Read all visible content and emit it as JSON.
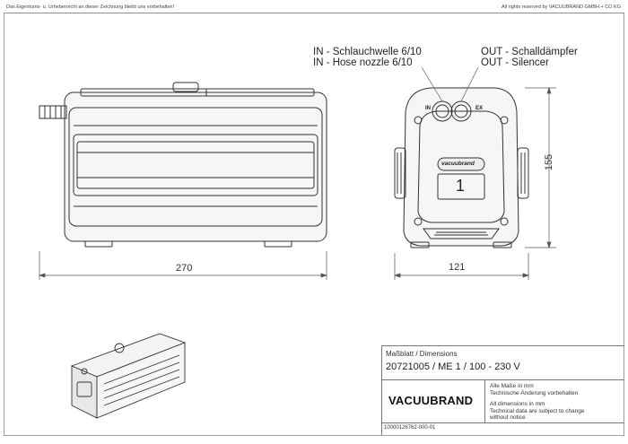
{
  "header": {
    "left_notice": "Das Eigentums- u. Urheberrecht an dieser Zeichnung bleibt uns vorbehalten!",
    "right_notice": "All rights reserved by VACUUBRAND GMBH + CO KG"
  },
  "dimensions": {
    "width_side": "270",
    "width_front": "121",
    "height_front": "155"
  },
  "callouts": {
    "in_de": "IN - Schlauchwelle 6/10",
    "in_en": "IN - Hose nozzle 6/10",
    "out_de": "OUT - Schalldämpfer",
    "out_en": "OUT - Silencer"
  },
  "pump_markings": {
    "brand_plate": "vacuubrand",
    "number": "1",
    "port_in": "IN",
    "port_ex": "EX"
  },
  "title_block": {
    "sheet_title": "Maßblatt / Dimensions",
    "model": "20721005 / ME 1 / 100 - 230 V",
    "logo": "VACUUBRAND",
    "notes_de_1": "Alle Maße in mm",
    "notes_de_2": "Technische Änderung vorbehalten",
    "notes_en_1": "All dimensions in mm",
    "notes_en_2": "Technical data are subject to change",
    "notes_en_3": "without notice",
    "doc_number": "10000126762-000-01"
  }
}
